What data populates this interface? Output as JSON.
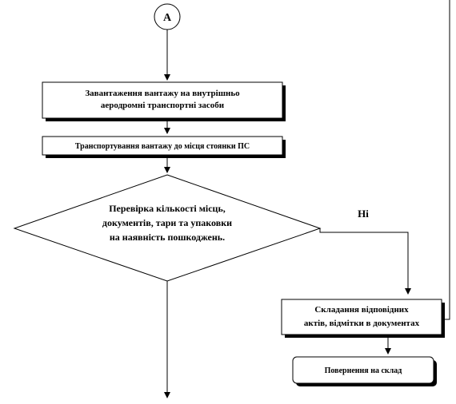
{
  "connector": {
    "label": "A"
  },
  "steps": {
    "loading": [
      "Завантаження вантажу на внутрішньо",
      "аеродромні транспортні засоби"
    ],
    "transport": "Транспортування вантажу до місця стоянки ПС",
    "check": [
      "Перевірка кількості місць,",
      "документів, тари та упаковки",
      "на наявність пошкоджень."
    ],
    "acts": [
      "Складання відповідних",
      "актів, відмітки в документах"
    ],
    "return": "Повернення на склад"
  },
  "branch": {
    "no_label": "Ні"
  },
  "colors": {
    "stroke": "#000000",
    "fill": "#ffffff"
  }
}
